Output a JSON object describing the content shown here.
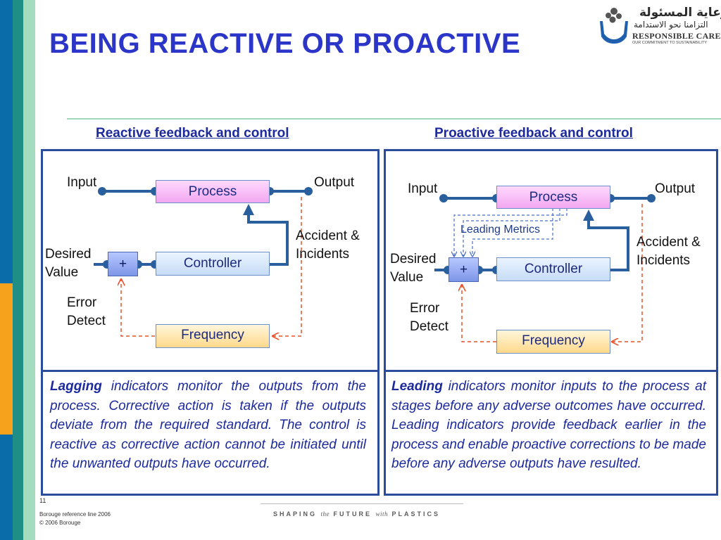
{
  "title": "BEING REACTIVE OR PROACTIVE",
  "logo": {
    "arabic_line1": "الرعاية المسئولة",
    "arabic_line2": "التزامنا نحو الاستدامة",
    "english": "RESPONSIBLE CARE®",
    "tagline": "OUR COMMITMENT TO SUSTAINABILITY"
  },
  "reactive": {
    "heading": "Reactive feedback and control",
    "input": "Input",
    "output": "Output",
    "process": "Process",
    "controller": "Controller",
    "plus": "+",
    "frequency": "Frequency",
    "desired_line1": "Desired",
    "desired_line2": "Value",
    "accident_line1": "Accident &",
    "accident_line2": "Incidents",
    "error_line1": "Error",
    "error_line2": "Detect",
    "desc_lead": "Lagging",
    "desc_rest": " indicators monitor the outputs from the process. Corrective action is taken if the outputs deviate from the required standard. The control is reactive as corrective action cannot be initiated until the unwanted outputs have occurred."
  },
  "proactive": {
    "heading": "Proactive feedback and control",
    "input": "Input",
    "output": "Output",
    "process": "Process",
    "controller": "Controller",
    "plus": "+",
    "frequency": "Frequency",
    "leading_metrics": "Leading Metrics",
    "desired_line1": "Desired",
    "desired_line2": "Value",
    "accident_line1": "Accident &",
    "accident_line2": "Incidents",
    "error_line1": "Error",
    "error_line2": "Detect",
    "desc_lead": "Leading",
    "desc_rest": " indicators monitor inputs to the process at stages before any adverse outcomes have occurred. Leading indicators provide feedback earlier in the process and enable proactive corrections to be made before any adverse outputs have resulted."
  },
  "footer": {
    "page_number": "11",
    "line1": "Borouge reference line 2006",
    "line2": "© 2006 Borouge",
    "tagline_a": "SHAPING ",
    "tagline_the": "the",
    "tagline_b": " FUTURE ",
    "tagline_with": "with",
    "tagline_c": " PLASTICS"
  },
  "colors": {
    "title": "#2b35c8",
    "panel_border": "#2b4c9a",
    "wire": "#2a5f9e",
    "dashed": "#e8502a",
    "leading_dashed": "#4a6fc4",
    "strip_blue": "#0a6ca8",
    "strip_orange": "#f6a21d",
    "strip_green": "#9ad8b0"
  }
}
